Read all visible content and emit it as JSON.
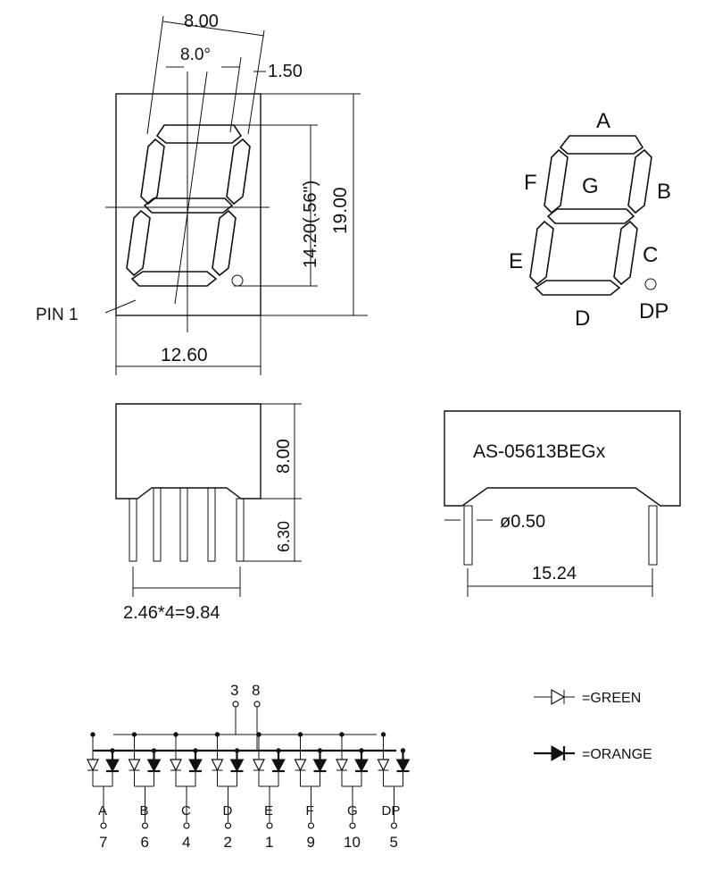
{
  "front_view": {
    "angle_dim": "8.00",
    "slant_dim": "8.0°",
    "segment_width_dim": "1.50",
    "digit_height_dim": "14.20(.56\")",
    "body_height_dim": "19.00",
    "pin1_label": "PIN  1",
    "body_width_dim": "12.60"
  },
  "segment_key": {
    "labels": {
      "a": "A",
      "b": "B",
      "c": "C",
      "d": "D",
      "e": "E",
      "f": "F",
      "g": "G",
      "dp": "DP"
    }
  },
  "side_view": {
    "body_depth_dim": "8.00",
    "pin_length_dim": "6.30",
    "pin_pitch_dim": "2.46*4=9.84"
  },
  "end_view": {
    "part_number": "AS-05613BEGx",
    "pin_dia_dim": "ø0.50",
    "row_spacing_dim": "15.24"
  },
  "schematic": {
    "common_pins": [
      "3",
      "8"
    ],
    "segments": [
      "A",
      "B",
      "C",
      "D",
      "E",
      "F",
      "G",
      "DP"
    ],
    "pins": [
      "7",
      "6",
      "4",
      "2",
      "1",
      "9",
      "10",
      "5"
    ]
  },
  "legend": {
    "green": "=GREEN",
    "orange": "=ORANGE"
  },
  "colors": {
    "ink": "#111111",
    "paper": "#ffffff"
  }
}
